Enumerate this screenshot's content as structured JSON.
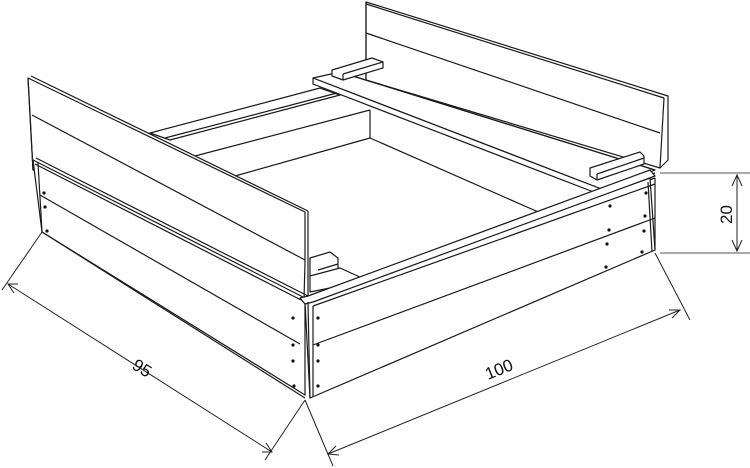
{
  "diagram": {
    "subject": "Sandbox with folding bench lids",
    "dimensions": {
      "width": {
        "label": "100",
        "side": "front"
      },
      "depth": {
        "label": "95",
        "side": "left"
      },
      "height": {
        "label": "20",
        "side": "right"
      }
    }
  }
}
